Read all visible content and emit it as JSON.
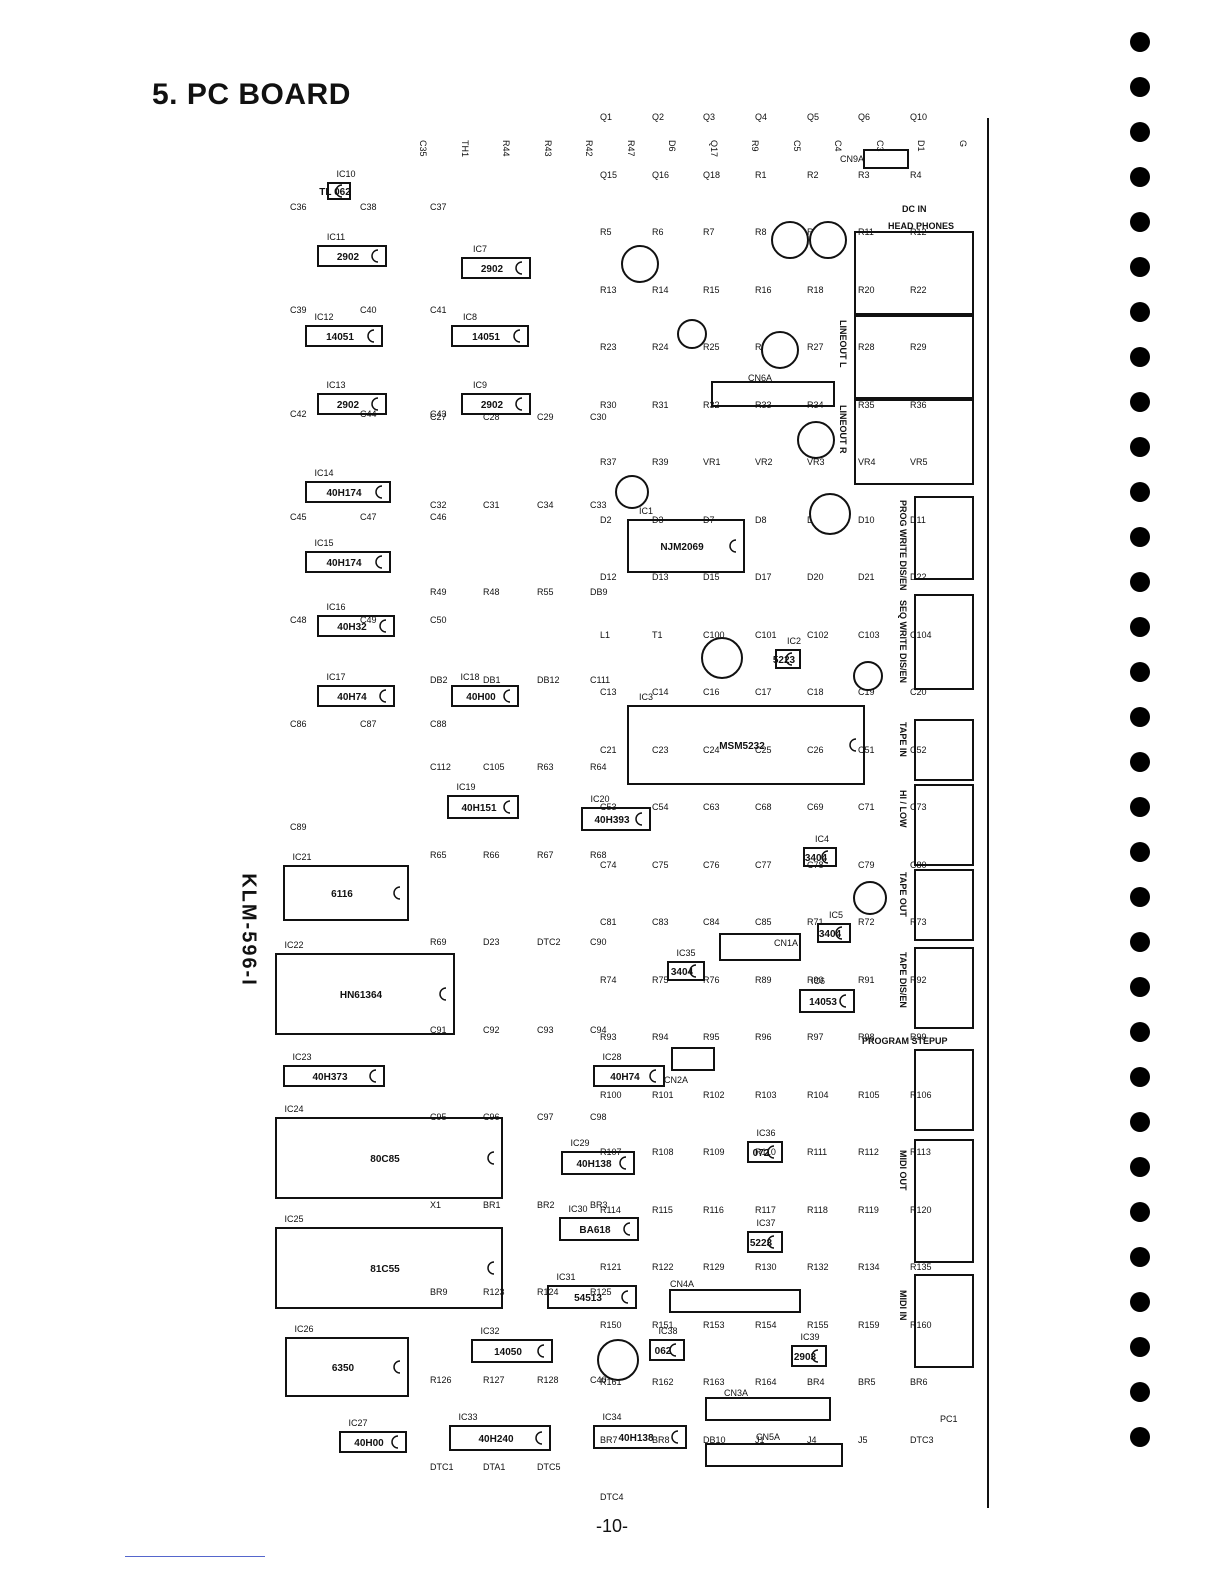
{
  "page": {
    "title": "5.  PC BOARD",
    "page_number": "-10-",
    "board_id": "KLM-596-I"
  },
  "chips": [
    {
      "ref": "IC10",
      "part": "TL 062"
    },
    {
      "ref": "IC11",
      "part": "2902"
    },
    {
      "ref": "IC7",
      "part": "2902"
    },
    {
      "ref": "IC12",
      "part": "14051"
    },
    {
      "ref": "IC8",
      "part": "14051"
    },
    {
      "ref": "IC13",
      "part": "2902"
    },
    {
      "ref": "IC9",
      "part": "2902"
    },
    {
      "ref": "IC14",
      "part": "40H174"
    },
    {
      "ref": "IC15",
      "part": "40H174"
    },
    {
      "ref": "IC16",
      "part": "40H32"
    },
    {
      "ref": "IC17",
      "part": "40H74"
    },
    {
      "ref": "IC18",
      "part": "40H00"
    },
    {
      "ref": "IC1",
      "part": "NJM2069"
    },
    {
      "ref": "IC3",
      "part": "MSM5232"
    },
    {
      "ref": "IC19",
      "part": "40H151"
    },
    {
      "ref": "IC20",
      "part": "40H393"
    },
    {
      "ref": "IC21",
      "part": "6116"
    },
    {
      "ref": "IC22",
      "part": "HN61364"
    },
    {
      "ref": "IC23",
      "part": "40H373"
    },
    {
      "ref": "IC24",
      "part": "80C85"
    },
    {
      "ref": "IC25",
      "part": "81C55"
    },
    {
      "ref": "IC26",
      "part": "6350"
    },
    {
      "ref": "IC27",
      "part": "40H00"
    },
    {
      "ref": "IC28",
      "part": "40H74"
    },
    {
      "ref": "IC29",
      "part": "40H138"
    },
    {
      "ref": "IC30",
      "part": "BA618"
    },
    {
      "ref": "IC31",
      "part": "54513"
    },
    {
      "ref": "IC32",
      "part": "14050"
    },
    {
      "ref": "IC33",
      "part": "40H240"
    },
    {
      "ref": "IC34",
      "part": "40H138"
    },
    {
      "ref": "IC6",
      "part": "14053"
    },
    {
      "ref": "IC2",
      "part": "5223"
    },
    {
      "ref": "IC4",
      "part": "3404"
    },
    {
      "ref": "IC5",
      "part": "3404"
    },
    {
      "ref": "IC35",
      "part": "3404"
    },
    {
      "ref": "IC36",
      "part": "072"
    },
    {
      "ref": "IC37",
      "part": "5223"
    },
    {
      "ref": "IC38",
      "part": "062"
    },
    {
      "ref": "IC39",
      "part": "2903"
    }
  ],
  "connectors": {
    "labels": [
      "DC IN",
      "HEAD PHONES",
      "LINEOUT L",
      "LINEOUT R",
      "PROG WRITE DIS/EN",
      "SEQ WRITE DIS/EN",
      "TAPE IN",
      "HI / LOW",
      "TAPE OUT",
      "TAPE DIS/EN",
      "PROGRAM STEPUP",
      "MIDI OUT",
      "MIDI IN"
    ],
    "headers": [
      "CN9A",
      "CN6A",
      "CN1A",
      "CN2A",
      "CN4A",
      "CN3A",
      "CN5A",
      "PC1"
    ]
  },
  "parts": {
    "top_row": [
      "C35",
      "TH1",
      "R44",
      "R43",
      "R42",
      "R47",
      "D6",
      "Q17",
      "R9",
      "C5",
      "C4",
      "C3",
      "D1",
      "G"
    ],
    "left_caps": [
      "C36",
      "C38",
      "C37",
      "C39",
      "C40",
      "C41",
      "C42",
      "C44",
      "C43",
      "C45",
      "C47",
      "C46",
      "C48",
      "C49",
      "C50",
      "C86",
      "C87",
      "C88",
      "C89"
    ],
    "mid": [
      "C27",
      "C28",
      "C29",
      "C30",
      "C32",
      "C31",
      "C34",
      "C33",
      "R49",
      "R48",
      "R55",
      "DB9",
      "DB2",
      "DB1",
      "DB12",
      "C111",
      "C112",
      "C105",
      "R63",
      "R64",
      "R65",
      "R66",
      "R67",
      "R68",
      "R69",
      "D23",
      "DTC2",
      "C90",
      "C91",
      "C92",
      "C93",
      "C94",
      "C95",
      "C96",
      "C97",
      "C98",
      "X1",
      "BR1",
      "BR2",
      "BR3",
      "BR9",
      "R123",
      "R124",
      "R125",
      "R126",
      "R127",
      "R128",
      "C40",
      "DTC1",
      "DTA1",
      "DTC5"
    ],
    "right": [
      "Q1",
      "Q2",
      "Q3",
      "Q4",
      "Q5",
      "Q6",
      "Q10",
      "Q15",
      "Q16",
      "Q18",
      "R1",
      "R2",
      "R3",
      "R4",
      "R5",
      "R6",
      "R7",
      "R8",
      "R10",
      "R11",
      "R12",
      "R13",
      "R14",
      "R15",
      "R16",
      "R18",
      "R20",
      "R22",
      "R23",
      "R24",
      "R25",
      "R26",
      "R27",
      "R28",
      "R29",
      "R30",
      "R31",
      "R32",
      "R33",
      "R34",
      "R35",
      "R36",
      "R37",
      "R39",
      "VR1",
      "VR2",
      "VR3",
      "VR4",
      "VR5",
      "D2",
      "D3",
      "D7",
      "D8",
      "D9",
      "D10",
      "D11",
      "D12",
      "D13",
      "D15",
      "D17",
      "D20",
      "D21",
      "D22",
      "L1",
      "T1",
      "C100",
      "C101",
      "C102",
      "C103",
      "C104",
      "C13",
      "C14",
      "C16",
      "C17",
      "C18",
      "C19",
      "C20",
      "C21",
      "C23",
      "C24",
      "C25",
      "C26",
      "C51",
      "C52",
      "C53",
      "C54",
      "C63",
      "C68",
      "C69",
      "C71",
      "C73",
      "C74",
      "C75",
      "C76",
      "C77",
      "C78",
      "C79",
      "C80",
      "C81",
      "C83",
      "C84",
      "C85",
      "R71",
      "R72",
      "R73",
      "R74",
      "R75",
      "R76",
      "R89",
      "R90",
      "R91",
      "R92",
      "R93",
      "R94",
      "R95",
      "R96",
      "R97",
      "R98",
      "R99",
      "R100",
      "R101",
      "R102",
      "R103",
      "R104",
      "R105",
      "R106",
      "R107",
      "R108",
      "R109",
      "R110",
      "R111",
      "R112",
      "R113",
      "R114",
      "R115",
      "R116",
      "R117",
      "R118",
      "R119",
      "R120",
      "R121",
      "R122",
      "R129",
      "R130",
      "R132",
      "R134",
      "R135",
      "R150",
      "R151",
      "R153",
      "R154",
      "R155",
      "R159",
      "R160",
      "R161",
      "R162",
      "R163",
      "R164",
      "BR4",
      "BR5",
      "BR6",
      "BR7",
      "BR8",
      "DB10",
      "J1",
      "J4",
      "J5",
      "DTC3",
      "DTC4"
    ]
  }
}
